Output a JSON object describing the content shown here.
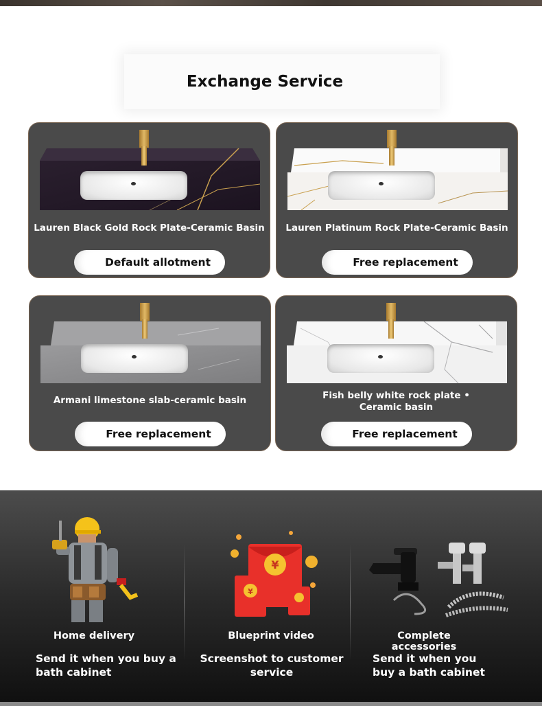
{
  "header": {
    "title": "Exchange Service"
  },
  "options": [
    {
      "label": "Lauren Black Gold Rock Plate-Ceramic Basin",
      "button": "Default allotment"
    },
    {
      "label": "Lauren Platinum Rock Plate-Ceramic Basin",
      "button": "Free replacement"
    },
    {
      "label": "Armani limestone slab-ceramic basin",
      "button": "Free replacement"
    },
    {
      "label": "Fish belly white rock plate  •  Ceramic basin",
      "button": "Free replacement"
    }
  ],
  "features": [
    {
      "title": "Home delivery",
      "desc": "Send it when you buy a bath cabinet",
      "icon": "worker-icon"
    },
    {
      "title": "Blueprint video",
      "desc": "Screenshot to customer service",
      "icon": "red-envelope-icon"
    },
    {
      "title": "Complete accessories",
      "desc": "Send it when you buy a bath cabinet",
      "icon": "faucet-accessories-icon"
    }
  ],
  "colors": {
    "card_bg": "#4a4a4a",
    "card_border": "#7a6552",
    "gold": "#c9a04f"
  }
}
